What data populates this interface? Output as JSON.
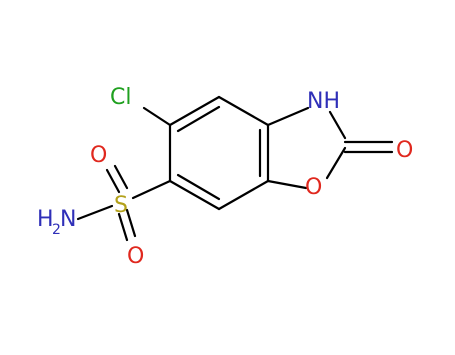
{
  "molecule": {
    "atoms": {
      "chlorine": "Cl",
      "amine_n": "NH",
      "carbonyl_o": "O",
      "ring_o": "O",
      "sulfur": "S",
      "sulfonyl_o_top": "O",
      "sulfonyl_o_bottom": "O",
      "amide_h": "H",
      "amide_sub": "2",
      "amide_n": "N"
    }
  },
  "colors": {
    "bond": "#000000",
    "carbon_text": "#000000",
    "chlorine": "#1fa01f",
    "oxygen": "#e0281e",
    "nitrogen": "#2f2fb8",
    "sulfur": "#b3a11a"
  }
}
